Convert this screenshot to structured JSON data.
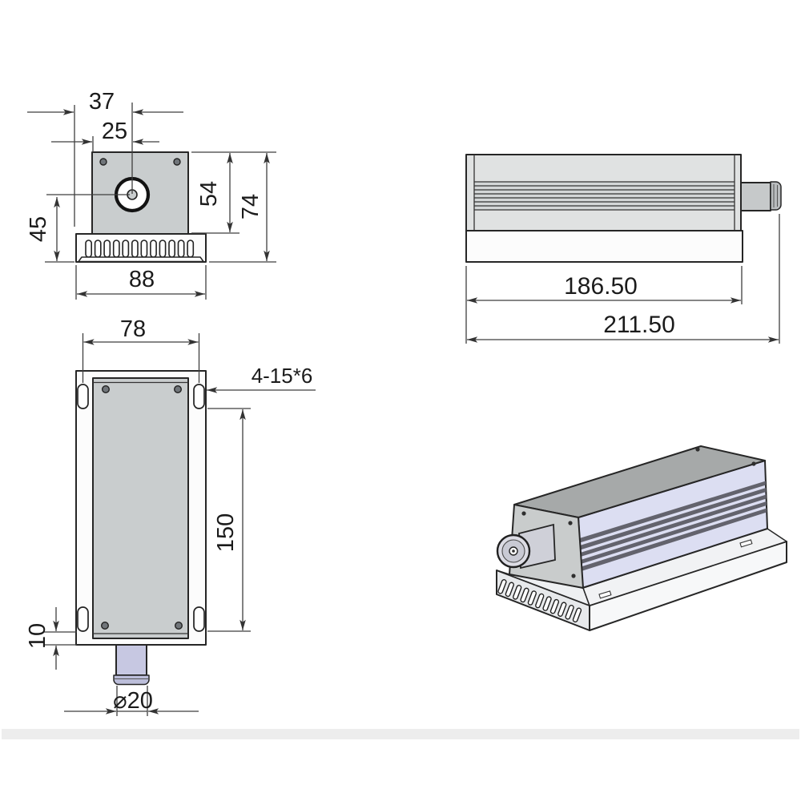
{
  "drawing": {
    "kind": "technical-drawing",
    "subject": "laser-module-3-view-dimensional-drawing"
  },
  "front_view": {
    "dims": {
      "width_37": "37",
      "width_25": "25",
      "height_45": "45",
      "height_54": "54",
      "height_74": "74",
      "width_88": "88"
    }
  },
  "side_view": {
    "dims": {
      "body_length": "186.50",
      "total_length": "211.50"
    }
  },
  "top_view": {
    "dims": {
      "width_78": "78",
      "slot_callout": "4-15*6",
      "length_150": "150",
      "offset_10": "10",
      "diameter_20": "⌀20"
    }
  },
  "colors": {
    "line": "#262626",
    "dim_line": "#3f3f3f",
    "body_gray": "#c9cdce",
    "side_body": "#e0e2e2",
    "ridge_band": "#d3d6d7",
    "snout_gray": "#c6c9ca",
    "snout_cap": "#b8bbbd",
    "snout_blue": "#c7c8e2",
    "snout_blue_cap": "#bcbeda",
    "iso_top": "#a6a9a9",
    "iso_front": "#c9cccc",
    "iso_stripe": "#dcdef2",
    "iso_rib": "#63636d",
    "base_white": "#fcfcfc",
    "footer_band": "#ededed"
  }
}
